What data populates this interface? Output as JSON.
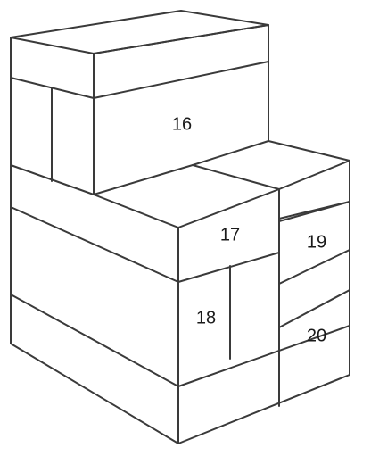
{
  "figure": {
    "labels": {
      "block_16": "16",
      "block_17": "17",
      "block_18": "18",
      "block_19": "19",
      "block_20": "20"
    },
    "colors": {
      "stroke": "#3a3a3a",
      "text": "#1a1a1a",
      "background": "#ffffff"
    }
  }
}
